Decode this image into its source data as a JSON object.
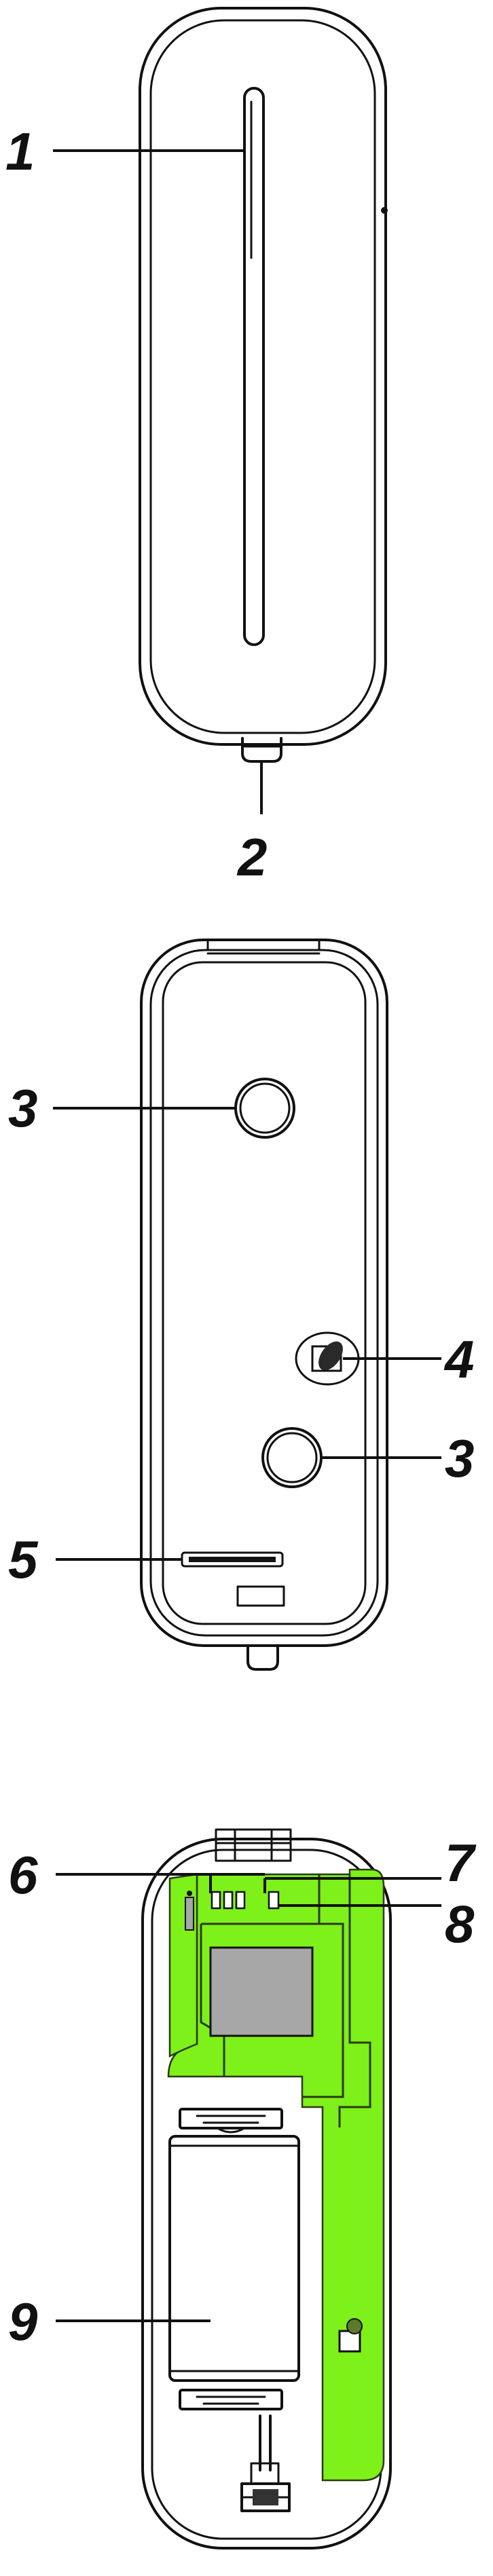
{
  "colors": {
    "pcb_green": "#7ef01a",
    "pcb_trace": "#2a3a10",
    "chip_gray": "#a7a7a7",
    "outline": "#111111",
    "background": "#ffffff"
  },
  "views": [
    {
      "id": "front-view",
      "callouts": [
        "1",
        "2"
      ]
    },
    {
      "id": "back-view",
      "callouts": [
        "3",
        "4",
        "3",
        "5"
      ]
    },
    {
      "id": "inside-view",
      "callouts": [
        "6",
        "7",
        "8",
        "9"
      ]
    }
  ],
  "callouts": {
    "c1": "1",
    "c2": "2",
    "c3a": "3",
    "c4": "4",
    "c3b": "3",
    "c5": "5",
    "c6": "6",
    "c7": "7",
    "c8": "8",
    "c9": "9"
  }
}
